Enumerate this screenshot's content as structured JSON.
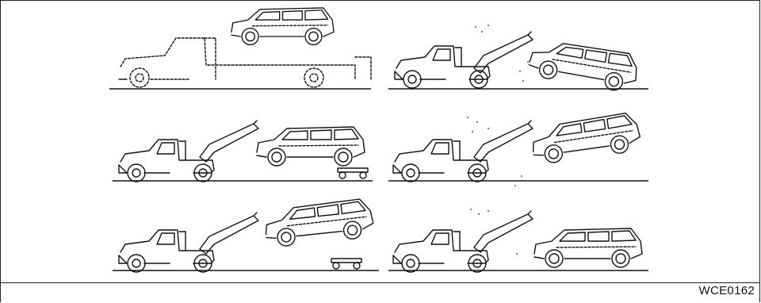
{
  "figure": {
    "code": "WCE0162",
    "panels": [
      {
        "id": "flatbed-carrier"
      },
      {
        "id": "wheel-lift-rear-raised"
      },
      {
        "id": "boom-with-dollies-front"
      },
      {
        "id": "wheel-lift-front-raised"
      },
      {
        "id": "boom-with-dollies-rear"
      },
      {
        "id": "wheel-lift-level"
      }
    ]
  }
}
